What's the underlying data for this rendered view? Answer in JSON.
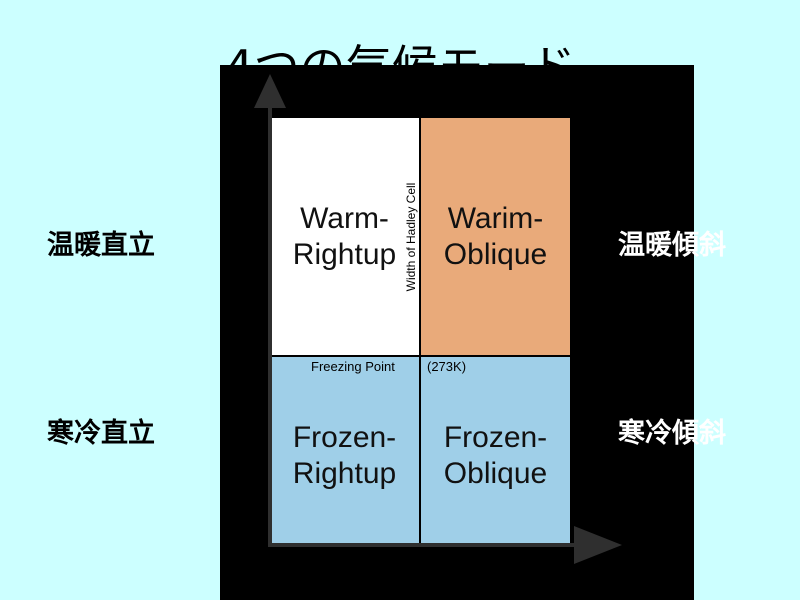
{
  "title": "4つの気候モード",
  "side_labels": {
    "top_left": "温暖直立",
    "top_right": "温暖傾斜",
    "bottom_left": "寒冷直立",
    "bottom_right": "寒冷傾斜"
  },
  "quadrants": {
    "warm_rightup": {
      "line1": "Warm-",
      "line2": "Rightup",
      "color": "#ffffff"
    },
    "warm_oblique": {
      "line1": "Warim-",
      "line2": "Oblique",
      "color": "#e9aa7a"
    },
    "frozen_rightup": {
      "line1": "Frozen-",
      "line2": "Rightup",
      "color": "#9fcfe8"
    },
    "frozen_oblique": {
      "line1": "Frozen-",
      "line2": "Oblique",
      "color": "#9fcfe8"
    }
  },
  "axis_labels": {
    "vertical_divider": "Width of Hadley Cell",
    "freezing_point": "Freezing Point",
    "freezing_value": "(273K)"
  },
  "colors": {
    "background": "#ccffff",
    "panel": "#000000",
    "axis": "#2f2f2f"
  }
}
